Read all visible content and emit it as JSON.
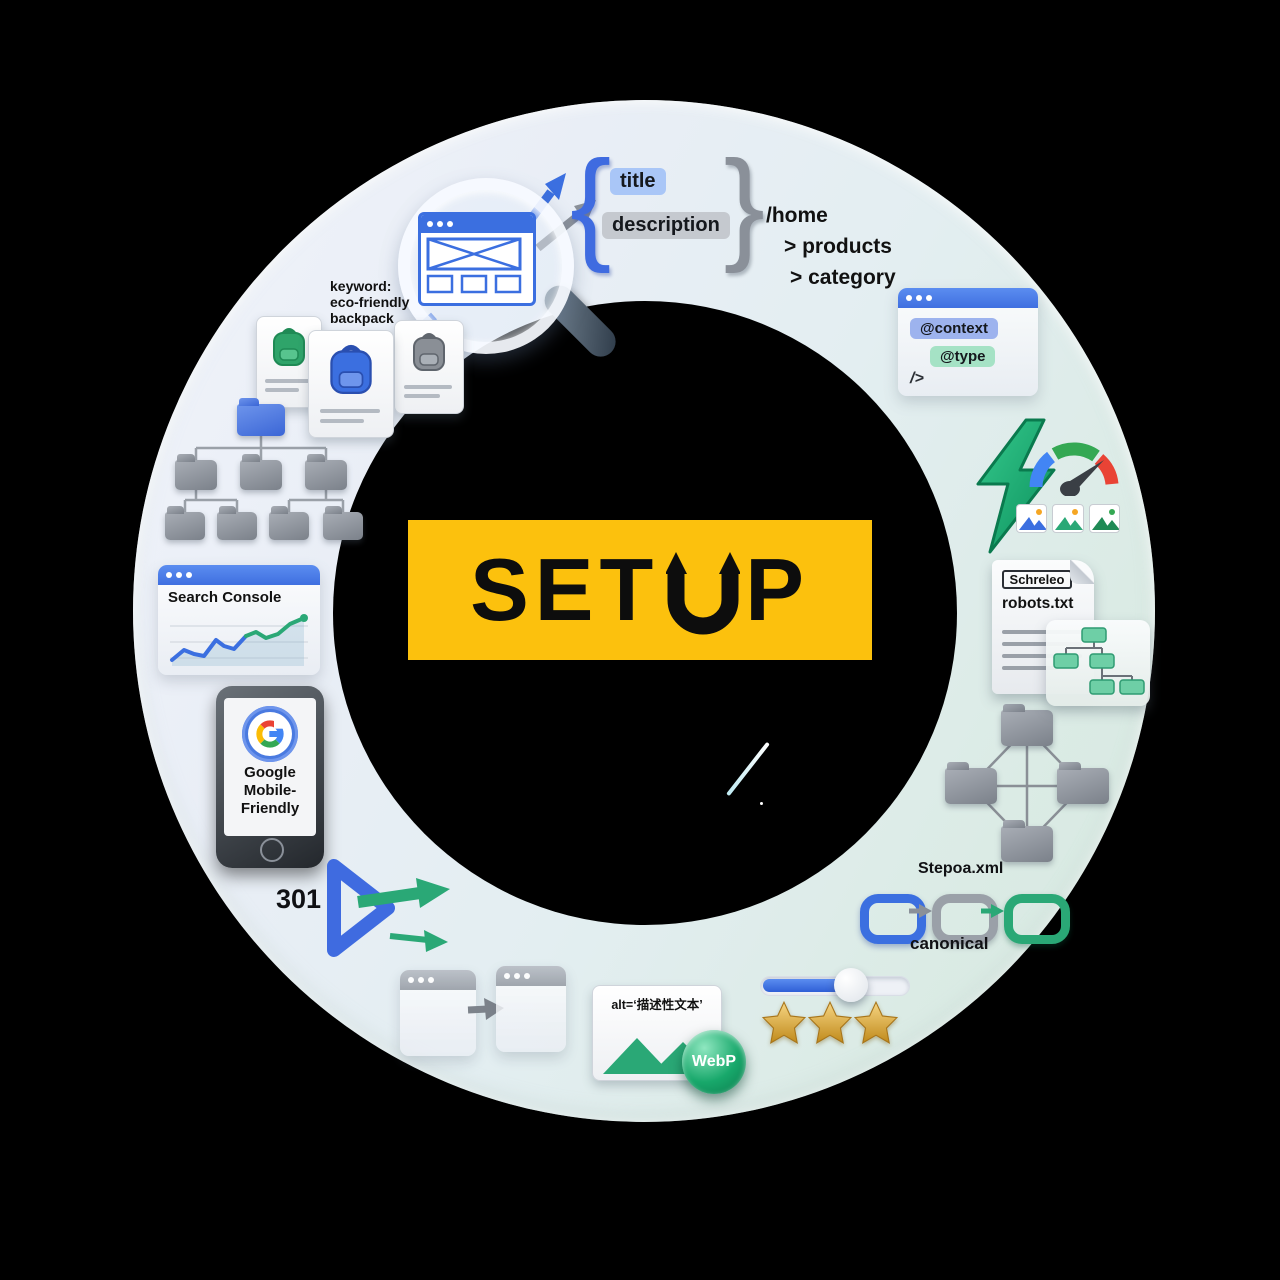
{
  "colors": {
    "accent_blue": "#3B6FE0",
    "accent_green": "#2AA876",
    "banner_yellow": "#FCC10D",
    "alert_red": "#E94335",
    "star_gold": "#D9A514",
    "title_bar_blue": "#4A7DE0",
    "ring_tint_left": "#EBEFF7",
    "ring_tint_right": "#D9EAE2"
  },
  "center": {
    "text_left": "SET",
    "text_right": "P",
    "full_label": "SETUP"
  },
  "meta": {
    "open_brace": "{",
    "close_brace": "}",
    "title_chip": "title",
    "description_chip": "description"
  },
  "breadcrumb": {
    "home": "/home",
    "products": "> products",
    "category": "> category"
  },
  "keyword": {
    "line1": "keyword:",
    "line2": "eco-friendly",
    "line3": "backpack"
  },
  "search_console": {
    "title": "Search Console"
  },
  "mobile": {
    "line1": "Google",
    "line2": "Mobile-",
    "line3": "Friendly"
  },
  "redirect": {
    "code": "301"
  },
  "image_seo": {
    "alt_label": "alt=‘描述性文本’",
    "format_badge": "WebP"
  },
  "rating": {
    "stars": 3
  },
  "slider": {
    "value_pct": 60
  },
  "canonical": {
    "sitemap_label": "Stepoa.xml",
    "label": "canonical"
  },
  "robots": {
    "header": "Schreleo",
    "filename": "robots.txt"
  },
  "structured_data": {
    "context_chip": "@context",
    "type_chip": "@type",
    "code_glyph": "/>"
  }
}
